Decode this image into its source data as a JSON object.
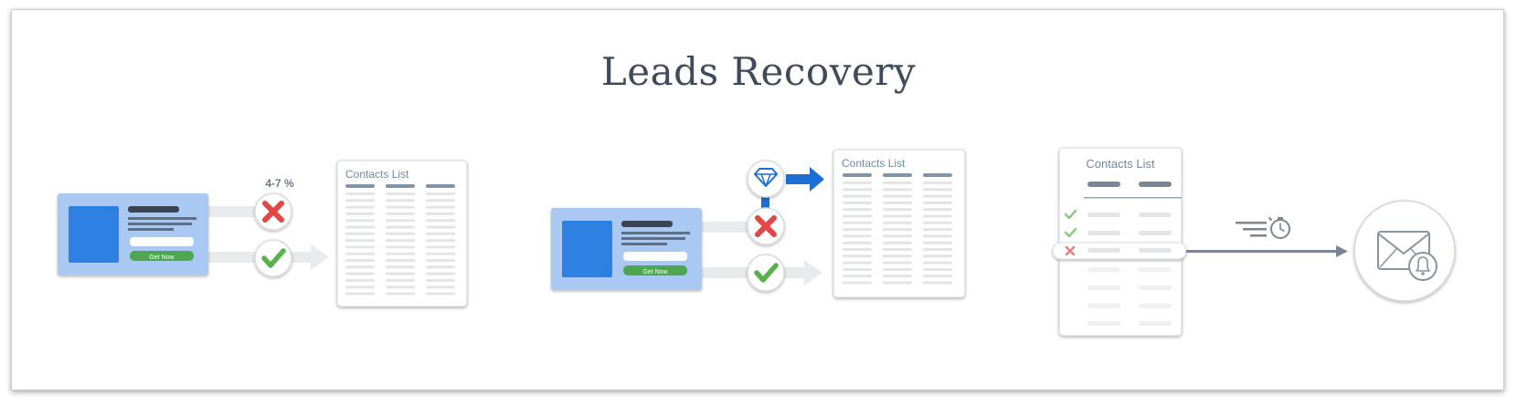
{
  "title": "Leads Recovery",
  "colors": {
    "form_bg": "#a9c8f2",
    "form_image": "#2f80e3",
    "button_green": "#4ea650",
    "check_green": "#56b24a",
    "cross_red": "#e24646",
    "brand_blue": "#1c6fd6",
    "list_header": "#8294a8",
    "row_gray": "#e2e4e7",
    "arrow_gray": "#e9eaec",
    "line_gray": "#7b8593"
  },
  "panel1": {
    "button_label": "Get Now",
    "percentage": "4-7 %",
    "list_title": "Contacts List",
    "cross_icon": "cross-icon",
    "check_icon": "check-icon"
  },
  "panel2": {
    "button_label": "Get Now",
    "list_title": "Contacts List",
    "brand_icon": "diamond-icon"
  },
  "panel3": {
    "list_title": "Contacts List",
    "timer_icon": "fast-stopwatch-icon",
    "mail_icon": "envelope-bell-icon"
  }
}
